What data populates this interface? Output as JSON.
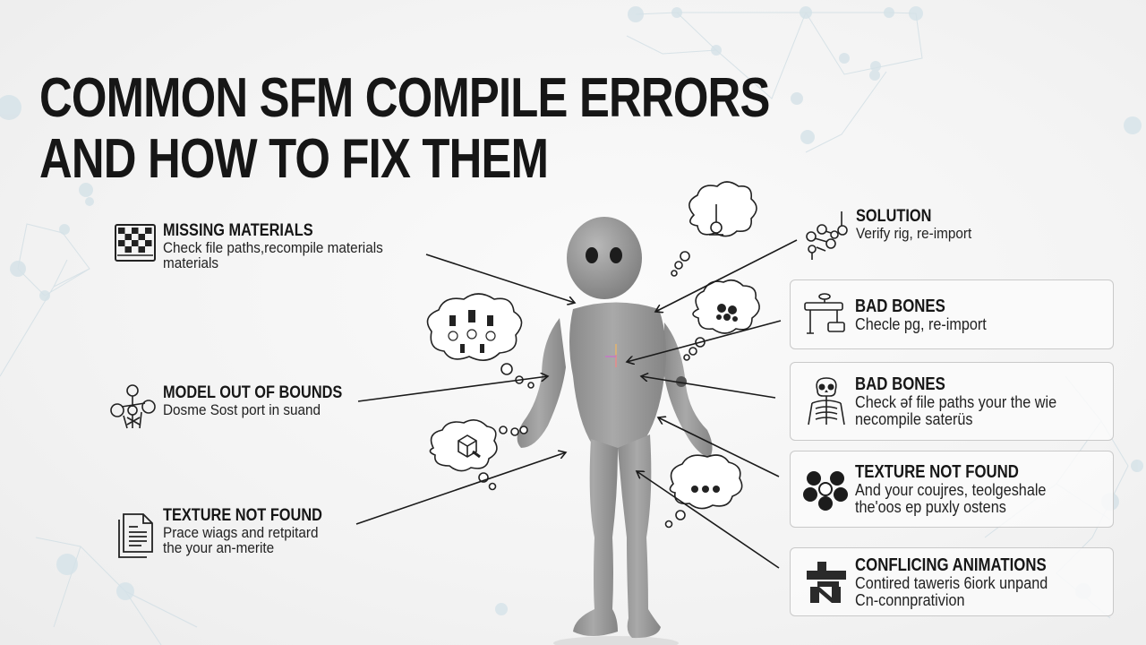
{
  "title": {
    "line1": "COMMON SFM COMPILE ERRORS",
    "line2": "AND HOW TO FIX THEM"
  },
  "left_items": [
    {
      "heading": "MISSING MATERIALS",
      "desc_line1": "Check file paths,recompile materials",
      "desc_line2": "materials",
      "icon": "checkerboard-icon"
    },
    {
      "heading": "MODEL OUT OF BOUNDS",
      "desc_line1": "Dosme Sost port in suand",
      "desc_line2": "",
      "icon": "skeleton-rig-icon"
    },
    {
      "heading": "TEXTURE NOT FOUND",
      "desc_line1": "Prace wiags and retpitard",
      "desc_line2": "the your an-merite",
      "icon": "document-icon"
    }
  ],
  "solution": {
    "heading": "SOLUTION",
    "desc": "Verify rig, re-import",
    "icon": "bone-joints-icon"
  },
  "right_cards": [
    {
      "heading": "BAD BONES",
      "desc_line1": "Checle pg, re-import",
      "desc_line2": "",
      "icon": "bone-rig-icon"
    },
    {
      "heading": "BAD BONES",
      "desc_line1": "Check əf file paths your the wie",
      "desc_line2": "necompile saterüs",
      "icon": "skeleton-icon"
    },
    {
      "heading": "TEXTURE NOT FOUND",
      "desc_line1": "And your coujres, teolgeshale",
      "desc_line2": "the'oos ep puxly ostens",
      "icon": "flower-nodes-icon"
    },
    {
      "heading": "CONFLICING ANIMATIONS",
      "desc_line1": "Contired taweris 6iork unpand",
      "desc_line2": "Cn-connprativion",
      "icon": "conflict-glyph-icon"
    }
  ],
  "thought_bubbles": [
    {
      "icon": "joystick-icon"
    },
    {
      "icon": "bone-chain-icon"
    },
    {
      "icon": "splat-icon"
    },
    {
      "icon": "cube-icon"
    },
    {
      "icon": "ellipsis-icon",
      "text": "•••"
    }
  ],
  "colors": {
    "background": "#f3f3f3",
    "text": "#161616",
    "figure": "#9a9a9a",
    "card_border": "#c9c9c9",
    "network": "#c8d8e0"
  }
}
